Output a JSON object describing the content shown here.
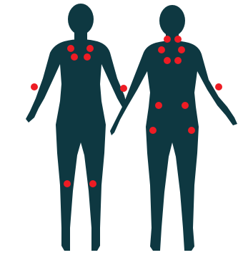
{
  "diagram": {
    "type": "body-tender-points",
    "figures": [
      {
        "id": "front",
        "view": "front"
      },
      {
        "id": "back",
        "view": "back"
      }
    ],
    "colors": {
      "silhouette": "#0e3841",
      "point": "#ee1c24",
      "background": "#ffffff"
    },
    "points": {
      "front": [
        {
          "name": "front-low-neck-left"
        },
        {
          "name": "front-low-neck-right"
        },
        {
          "name": "front-upper-chest-left"
        },
        {
          "name": "front-upper-chest-right"
        },
        {
          "name": "front-elbow-right"
        },
        {
          "name": "front-elbow-left"
        },
        {
          "name": "front-knee-left"
        },
        {
          "name": "front-knee-right"
        }
      ],
      "back": [
        {
          "name": "back-occiput-left"
        },
        {
          "name": "back-occiput-right"
        },
        {
          "name": "back-trapezius-left"
        },
        {
          "name": "back-trapezius-right"
        },
        {
          "name": "back-supraspinatus-left"
        },
        {
          "name": "back-supraspinatus-right"
        },
        {
          "name": "back-elbow-right"
        },
        {
          "name": "back-gluteal-left"
        },
        {
          "name": "back-gluteal-right"
        },
        {
          "name": "back-hip-left"
        },
        {
          "name": "back-hip-right"
        }
      ]
    }
  }
}
